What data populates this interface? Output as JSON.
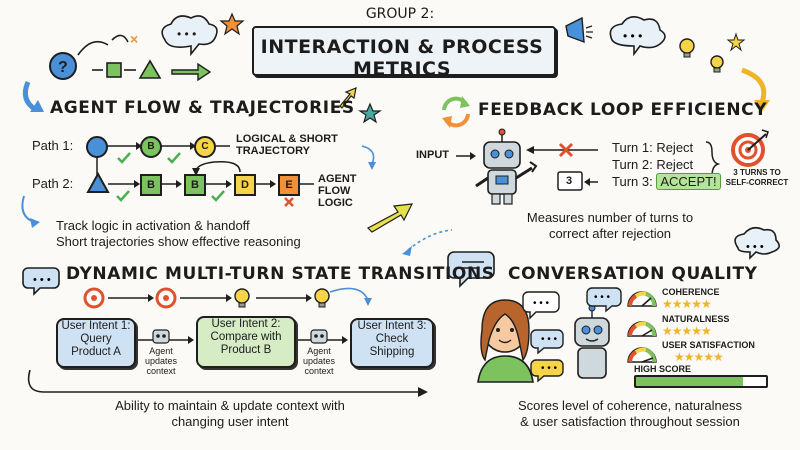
{
  "header": {
    "group_label": "GROUP 2:",
    "title": "INTERACTION & PROCESS METRICS"
  },
  "agent_flow": {
    "title": "AGENT FLOW & TRAJECTORIES",
    "path1_label": "Path 1:",
    "path2_label": "Path 2:",
    "node_b": "B",
    "node_c": "C",
    "node_d": "D",
    "node_e": "E",
    "path1_note": "LOGICAL & SHORT TRAJECTORY",
    "path2_note": "AGENT FLOW LOGIC",
    "caption_line1": "Track logic in activation & handoff",
    "caption_line2": "Short trajectories show effective reasoning"
  },
  "feedback": {
    "title": "FEEDBACK LOOP EFFICIENCY",
    "input_label": "INPUT",
    "turn1": "Turn 1: Reject",
    "turn2": "Turn 2: Reject",
    "turn3_prefix": "Turn 3:",
    "turn3_accept": "ACCEPT!",
    "turns_note_line1": "3 TURNS TO",
    "turns_note_line2": "SELF-CORRECT",
    "counter": "3",
    "caption_line1": "Measures number of turns to",
    "caption_line2": "correct after rejection"
  },
  "multi_turn": {
    "title": "DYNAMIC MULTI-TURN STATE TRANSITIONS",
    "intents": [
      {
        "line1": "User Intent 1:",
        "line2": "Query",
        "line3": "Product A"
      },
      {
        "line1": "User Intent 2:",
        "line2": "Compare with",
        "line3": "Product B"
      },
      {
        "line1": "User Intent 3:",
        "line2": "Check",
        "line3": "Shipping"
      }
    ],
    "agent_note_line1": "Agent",
    "agent_note_line2": "updates",
    "agent_note_line3": "context",
    "caption_line1": "Ability to maintain & update context with",
    "caption_line2": "changing user intent"
  },
  "quality": {
    "title": "CONVERSATION QUALITY",
    "metrics": [
      "COHERENCE",
      "NATURALNESS",
      "USER SATISFACTION"
    ],
    "stars": "★★★★★",
    "score_label": "HIGH SCORE",
    "score_fraction": 0.82,
    "caption_line1": "Scores level of coherence, naturalness",
    "caption_line2": "& user satisfaction throughout session"
  },
  "colors": {
    "blue": "#4a90d9",
    "green": "#7cc35f",
    "yellow": "#f5d547",
    "orange": "#f0913a",
    "red": "#e0522e",
    "box_blue": "#cfe2f3",
    "box_green": "#d5ecc4"
  }
}
